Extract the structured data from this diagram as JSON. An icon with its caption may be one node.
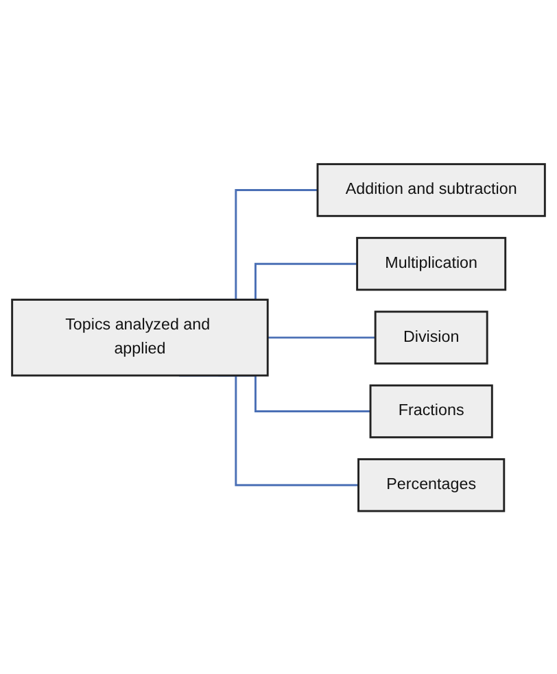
{
  "diagram": {
    "nodes": [
      {
        "text": [
          "Topics analyzed and applied"
        ]
      },
      {
        "text": [
          "Addition and subtraction"
        ]
      },
      {
        "text": [
          "Multiplication"
        ]
      },
      {
        "text": [
          "Division"
        ]
      },
      {
        "text": [
          "Fractions"
        ]
      },
      {
        "text": [
          "Percentages"
        ]
      }
    ],
    "edges": [
      {
        "from": 0,
        "to": 1,
        "arrow": "none"
      },
      {
        "from": 0,
        "to": 2,
        "arrow": "none"
      },
      {
        "from": 0,
        "to": 3,
        "arrow": "none"
      },
      {
        "from": 0,
        "to": 4,
        "arrow": "none"
      },
      {
        "from": 0,
        "to": 5,
        "arrow": "none"
      }
    ]
  }
}
